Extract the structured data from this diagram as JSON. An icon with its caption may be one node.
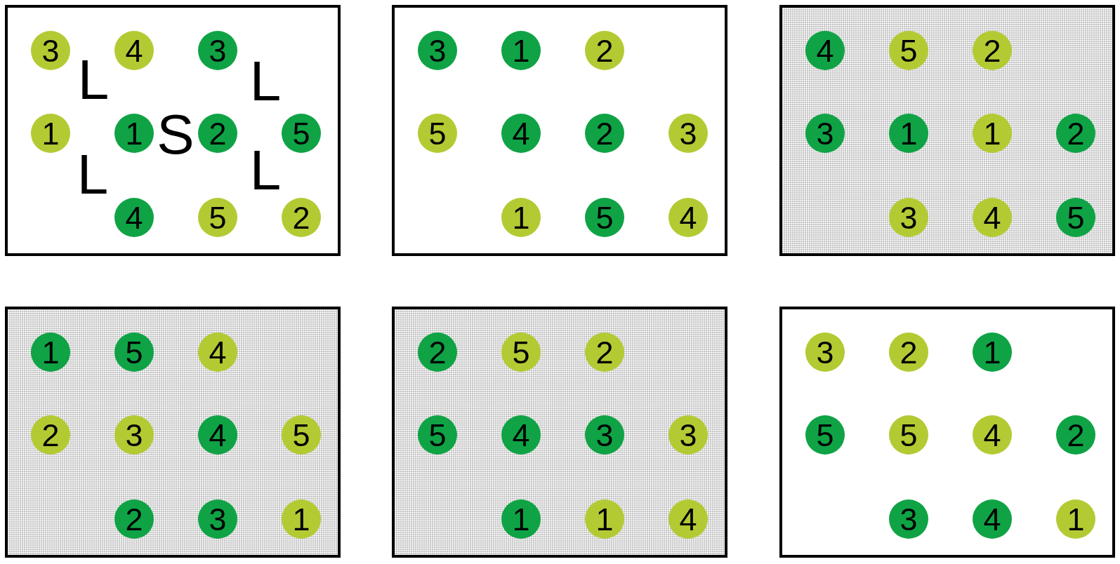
{
  "diagram": {
    "nodes": [
      {
        "text": [],
        "shape": "box"
      },
      {
        "text": [
          "3"
        ],
        "in": 0
      },
      {
        "text": [
          "4"
        ],
        "in": 0
      },
      {
        "text": [
          "3"
        ],
        "in": 0
      },
      {
        "text": [
          "1"
        ],
        "in": 0
      },
      {
        "text": [
          "1"
        ],
        "in": 0
      },
      {
        "text": [
          "2"
        ],
        "in": 0
      },
      {
        "text": [
          "5"
        ],
        "in": 0
      },
      {
        "text": [
          "4"
        ],
        "in": 0
      },
      {
        "text": [
          "5"
        ],
        "in": 0
      },
      {
        "text": [
          "2"
        ],
        "in": 0
      },
      {
        "text": [],
        "shape": "box"
      },
      {
        "text": [
          "3"
        ],
        "in": 11
      },
      {
        "text": [
          "1"
        ],
        "in": 11
      },
      {
        "text": [
          "2"
        ],
        "in": 11
      },
      {
        "text": [
          "5"
        ],
        "in": 11
      },
      {
        "text": [
          "4"
        ],
        "in": 11
      },
      {
        "text": [
          "2"
        ],
        "in": 11
      },
      {
        "text": [
          "3"
        ],
        "in": 11
      },
      {
        "text": [
          "1"
        ],
        "in": 11
      },
      {
        "text": [
          "5"
        ],
        "in": 11
      },
      {
        "text": [
          "4"
        ],
        "in": 11
      },
      {
        "text": [],
        "shape": "box"
      },
      {
        "text": [
          "4"
        ],
        "in": 22
      },
      {
        "text": [
          "5"
        ],
        "in": 22
      },
      {
        "text": [
          "2"
        ],
        "in": 22
      },
      {
        "text": [
          "3"
        ],
        "in": 22
      },
      {
        "text": [
          "1"
        ],
        "in": 22
      },
      {
        "text": [
          "1"
        ],
        "in": 22
      },
      {
        "text": [
          "2"
        ],
        "in": 22
      },
      {
        "text": [
          "3"
        ],
        "in": 22
      },
      {
        "text": [
          "4"
        ],
        "in": 22
      },
      {
        "text": [
          "5"
        ],
        "in": 22
      },
      {
        "text": [],
        "shape": "box"
      },
      {
        "text": [
          "1"
        ],
        "in": 33
      },
      {
        "text": [
          "5"
        ],
        "in": 33
      },
      {
        "text": [
          "4"
        ],
        "in": 33
      },
      {
        "text": [
          "2"
        ],
        "in": 33
      },
      {
        "text": [
          "3"
        ],
        "in": 33
      },
      {
        "text": [
          "4"
        ],
        "in": 33
      },
      {
        "text": [
          "5"
        ],
        "in": 33
      },
      {
        "text": [
          "2"
        ],
        "in": 33
      },
      {
        "text": [
          "3"
        ],
        "in": 33
      },
      {
        "text": [
          "1"
        ],
        "in": 33
      },
      {
        "text": [],
        "shape": "box"
      },
      {
        "text": [
          "2"
        ],
        "in": 44
      },
      {
        "text": [
          "5"
        ],
        "in": 44
      },
      {
        "text": [
          "2"
        ],
        "in": 44
      },
      {
        "text": [
          "5"
        ],
        "in": 44
      },
      {
        "text": [
          "4"
        ],
        "in": 44
      },
      {
        "text": [
          "3"
        ],
        "in": 44
      },
      {
        "text": [
          "3"
        ],
        "in": 44
      },
      {
        "text": [
          "1"
        ],
        "in": 44
      },
      {
        "text": [
          "1"
        ],
        "in": 44
      },
      {
        "text": [
          "4"
        ],
        "in": 44
      },
      {
        "text": [],
        "shape": "box"
      },
      {
        "text": [
          "3"
        ],
        "in": 55
      },
      {
        "text": [
          "2"
        ],
        "in": 55
      },
      {
        "text": [
          "1"
        ],
        "in": 55
      },
      {
        "text": [
          "5"
        ],
        "in": 55
      },
      {
        "text": [
          "5"
        ],
        "in": 55
      },
      {
        "text": [
          "4"
        ],
        "in": 55
      },
      {
        "text": [
          "2"
        ],
        "in": 55
      },
      {
        "text": [
          "3"
        ],
        "in": 55
      },
      {
        "text": [
          "4"
        ],
        "in": 55
      },
      {
        "text": [
          "1"
        ],
        "in": 55
      }
    ],
    "labels": [
      "L",
      "L",
      "S",
      "L",
      "L"
    ]
  }
}
